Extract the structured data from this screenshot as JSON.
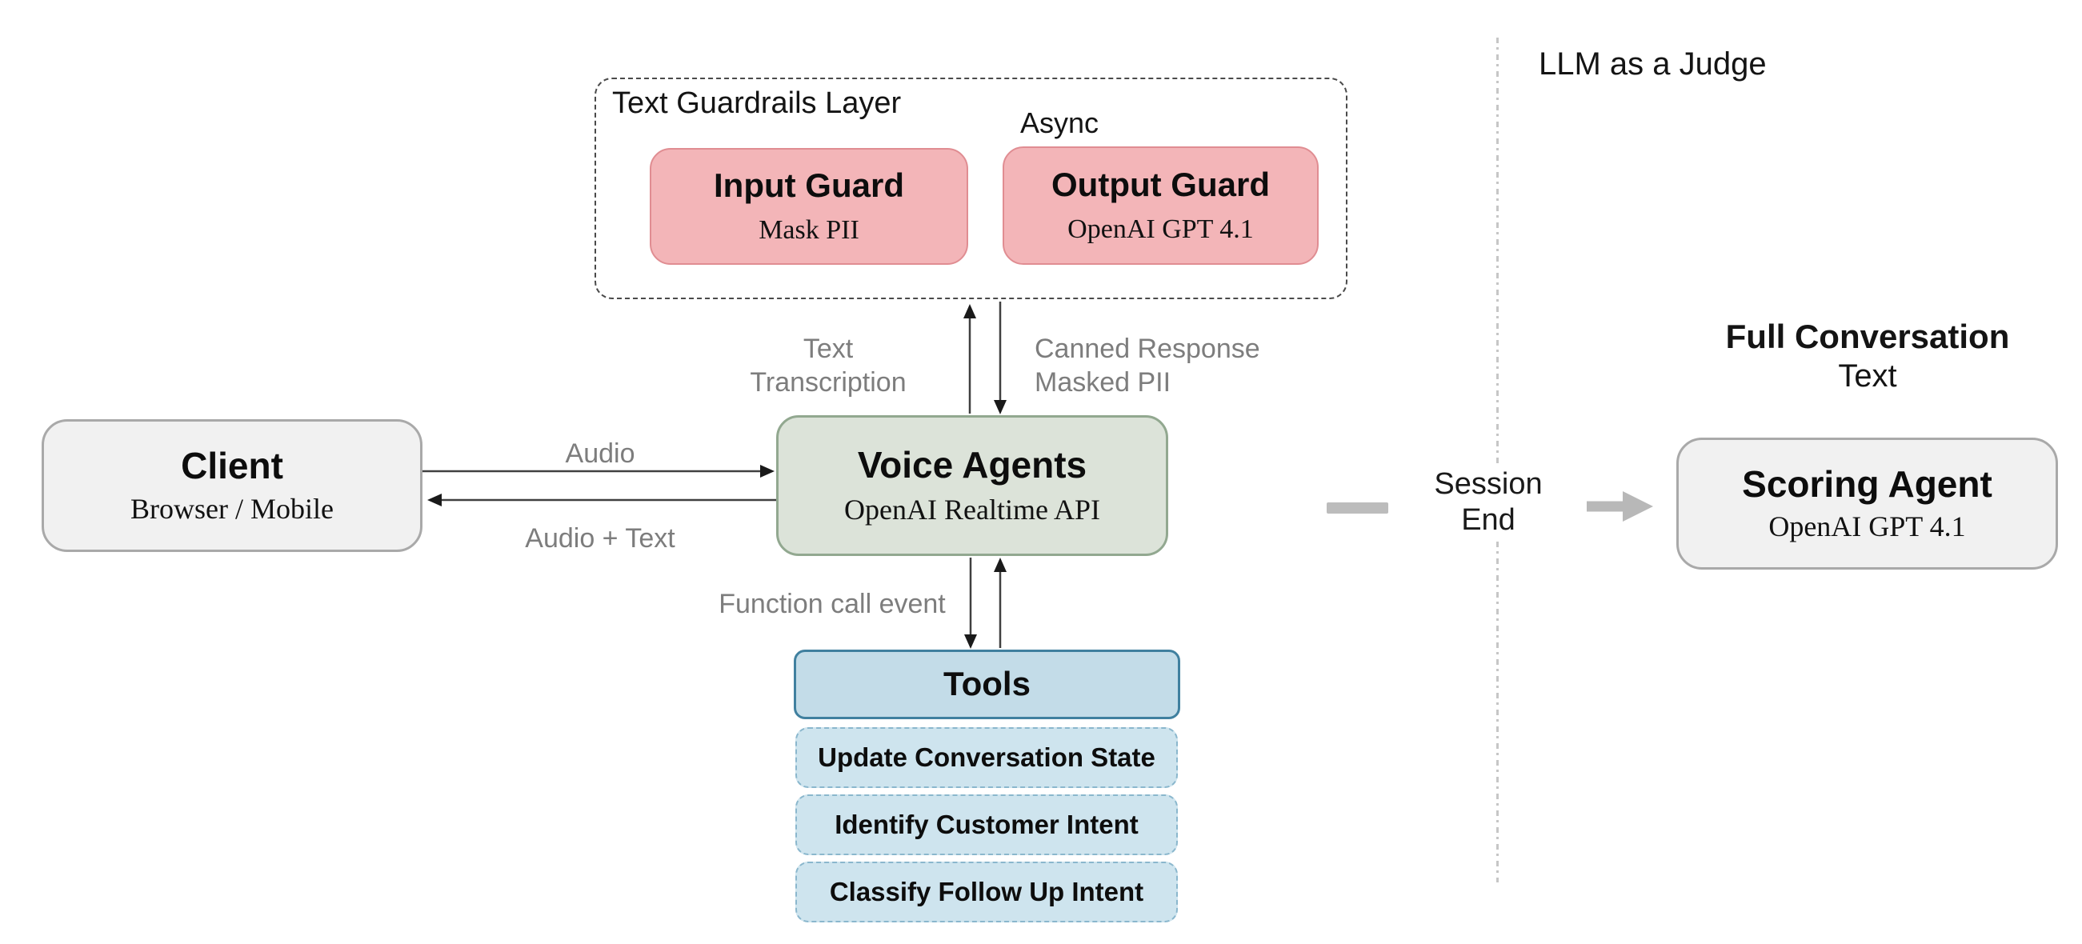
{
  "guardrails": {
    "label": "Text Guardrails Layer",
    "async_label": "Async",
    "input_guard": {
      "title": "Input Guard",
      "subtitle": "Mask PII"
    },
    "output_guard": {
      "title": "Output Guard",
      "subtitle": "OpenAI GPT 4.1"
    }
  },
  "client": {
    "title": "Client",
    "subtitle": "Browser / Mobile"
  },
  "voice_agents": {
    "title": "Voice Agents",
    "subtitle": "OpenAI Realtime API"
  },
  "tools": {
    "title": "Tools",
    "items": [
      "Update Conversation State",
      "Identify Customer Intent",
      "Classify Follow Up Intent"
    ]
  },
  "flow_labels": {
    "audio": "Audio",
    "audio_text": "Audio + Text",
    "transcription_line1": "Text",
    "transcription_line2": "Transcription",
    "canned_line1": "Canned Response",
    "canned_line2": "Masked PII",
    "function_call": "Function call event"
  },
  "judge": {
    "header": "LLM as a Judge",
    "conversation_line1": "Full Conversation",
    "conversation_line2": "Text",
    "session_line1": "Session",
    "session_line2": "End",
    "scoring_agent": {
      "title": "Scoring Agent",
      "subtitle": "OpenAI GPT 4.1"
    }
  },
  "colors": {
    "guard_fill": "#f3b5b8",
    "guard_border": "#e08d92",
    "voice_fill": "#dce3d9",
    "voice_border": "#92a890",
    "tools_fill": "#c3dce8",
    "tools_border": "#40809f",
    "tool_item_fill": "#cee4ee",
    "tool_item_border": "#8ab7cd",
    "neutral_fill": "#f1f1f1",
    "neutral_border": "#a9a9a9",
    "label_gray": "#7d7d7d",
    "arrow_dark": "#404040",
    "arrow_gray": "#b8b8b8",
    "divider_gray": "#c6c6c6"
  }
}
